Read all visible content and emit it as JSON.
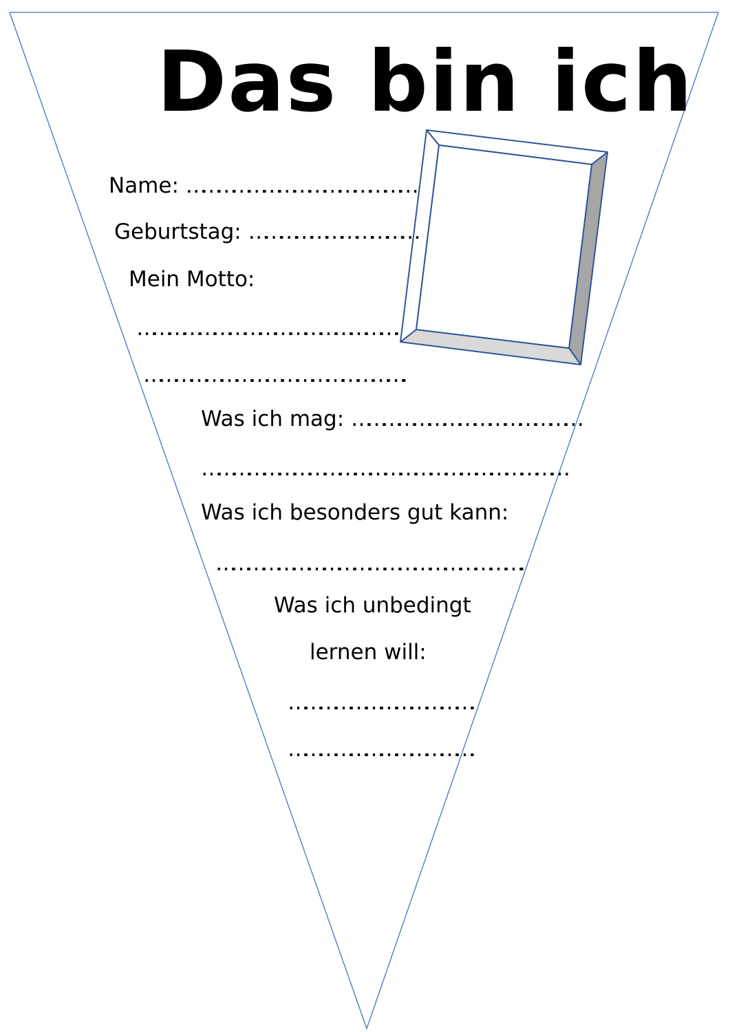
{
  "title": "Das bin ich",
  "fields": {
    "name_label": "Name:",
    "name_dots": "………………………………………",
    "birthday_label": "Geburtstag:",
    "birthday_dots": "……………………………",
    "motto_label": "Mein Motto:",
    "motto_line1": "…………………………………………….",
    "motto_line2": "……………………………………………..",
    "likes_label": "Was ich mag:",
    "likes_dots": "………………………………………",
    "likes_line2": "………………………………………………………………",
    "good_at_label": "Was ich besonders gut kann:",
    "good_at_line": "……………………………………………………..",
    "learn_label_1": "Was ich unbedingt",
    "learn_label_2": "lernen will:",
    "learn_line1": "……………………………….",
    "learn_line2": "………………………………."
  },
  "colors": {
    "pennant_outline": "#4472c4",
    "frame_outline": "#2f5597",
    "frame_right": "#a6a6a6",
    "frame_bottom": "#d9d9d9"
  }
}
